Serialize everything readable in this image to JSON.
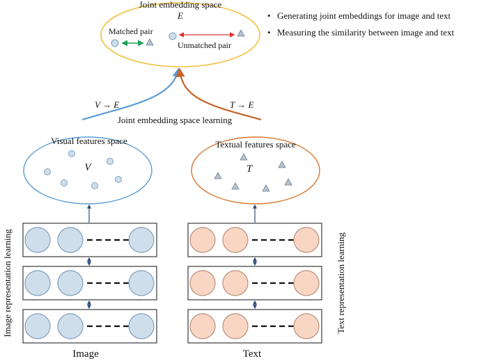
{
  "joint": {
    "title": "Joint embedding space",
    "symbol": "E",
    "matched_label": "Matched pair",
    "unmatched_label": "Unmatched pair",
    "bullets": [
      "Generating joint embeddings for image and text",
      "Measuring the similarity between image and text"
    ],
    "learning_label": "Joint embedding space learning",
    "v_to_e": "V → E",
    "t_to_e": "T → E"
  },
  "visual": {
    "title": "Visual features space",
    "symbol": "V",
    "side_label": "Image representation learning",
    "caption": "Image"
  },
  "textual": {
    "title": "Textual features space",
    "symbol": "T",
    "side_label": "Text representation learning",
    "caption": "Text"
  },
  "colors": {
    "joint_ellipse": "#f2c13a",
    "visual_ellipse": "#5b9bd5",
    "textual_ellipse": "#d9752c",
    "image_node_fill": "#cfdeeb",
    "image_node_stroke": "#7f9fbd",
    "text_node_fill": "#f8d6c3",
    "text_node_stroke": "#b98f7a",
    "matched_arrow": "#1aa05a",
    "unmatched_arrow": "#e03030",
    "connector_arrow": "#2e4a7a",
    "v_arrow": "#5b9bd5",
    "t_arrow": "#c5652a"
  }
}
